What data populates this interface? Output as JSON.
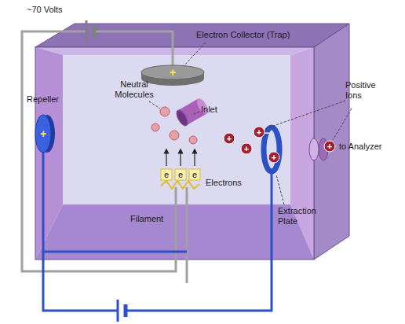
{
  "diagram": {
    "labels": [
      "~70 Volts",
      "Electron Collector (Trap)",
      "+",
      "Repeller",
      "+",
      "Neutral Molecules",
      "Inlet",
      "Positive Ions",
      "+",
      "+",
      "+",
      "+",
      "+",
      "−",
      "to Analyzer",
      "Electrons",
      "e",
      "e",
      "e",
      "Filament",
      "Extraction Plate"
    ]
  }
}
